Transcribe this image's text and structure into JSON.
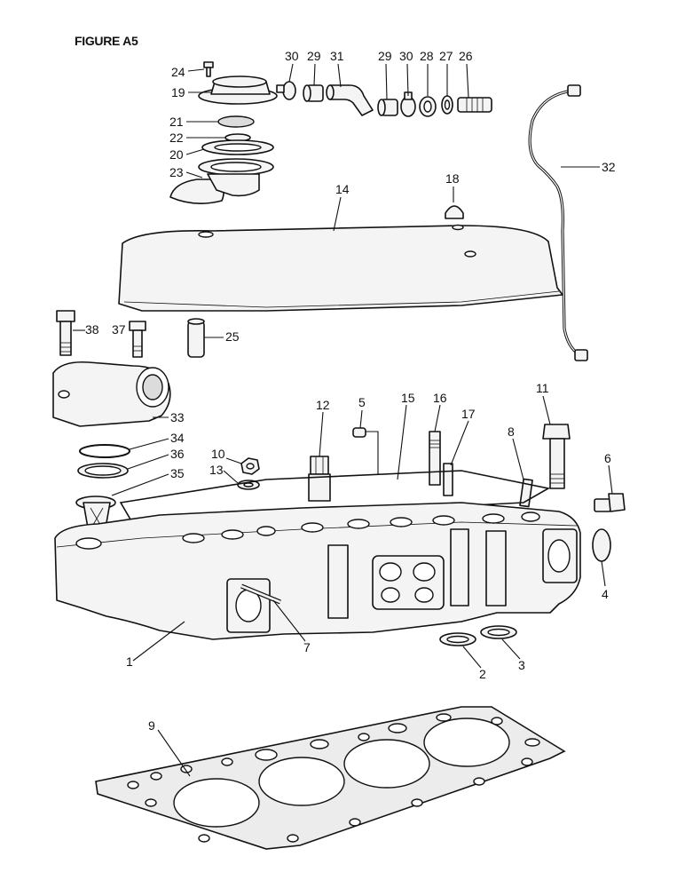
{
  "figure": {
    "title": "FIGURE A5"
  },
  "callouts": [
    {
      "id": "c24",
      "label": "24"
    },
    {
      "id": "c19",
      "label": "19"
    },
    {
      "id": "c21",
      "label": "21"
    },
    {
      "id": "c22",
      "label": "22"
    },
    {
      "id": "c20",
      "label": "20"
    },
    {
      "id": "c23",
      "label": "23"
    },
    {
      "id": "c30a",
      "label": "30"
    },
    {
      "id": "c29a",
      "label": "29"
    },
    {
      "id": "c31",
      "label": "31"
    },
    {
      "id": "c29b",
      "label": "29"
    },
    {
      "id": "c30b",
      "label": "30"
    },
    {
      "id": "c28",
      "label": "28"
    },
    {
      "id": "c27",
      "label": "27"
    },
    {
      "id": "c26",
      "label": "26"
    },
    {
      "id": "c32",
      "label": "32"
    },
    {
      "id": "c18",
      "label": "18"
    },
    {
      "id": "c14",
      "label": "14"
    },
    {
      "id": "c38",
      "label": "38"
    },
    {
      "id": "c37",
      "label": "37"
    },
    {
      "id": "c25",
      "label": "25"
    },
    {
      "id": "c33",
      "label": "33"
    },
    {
      "id": "c34",
      "label": "34"
    },
    {
      "id": "c36",
      "label": "36"
    },
    {
      "id": "c35",
      "label": "35"
    },
    {
      "id": "c10",
      "label": "10"
    },
    {
      "id": "c13",
      "label": "13"
    },
    {
      "id": "c12",
      "label": "12"
    },
    {
      "id": "c5",
      "label": "5"
    },
    {
      "id": "c15",
      "label": "15"
    },
    {
      "id": "c16",
      "label": "16"
    },
    {
      "id": "c17",
      "label": "17"
    },
    {
      "id": "c8",
      "label": "8"
    },
    {
      "id": "c11",
      "label": "11"
    },
    {
      "id": "c6",
      "label": "6"
    },
    {
      "id": "c4",
      "label": "4"
    },
    {
      "id": "c1",
      "label": "1"
    },
    {
      "id": "c7",
      "label": "7"
    },
    {
      "id": "c2",
      "label": "2"
    },
    {
      "id": "c3",
      "label": "3"
    },
    {
      "id": "c9",
      "label": "9"
    }
  ]
}
